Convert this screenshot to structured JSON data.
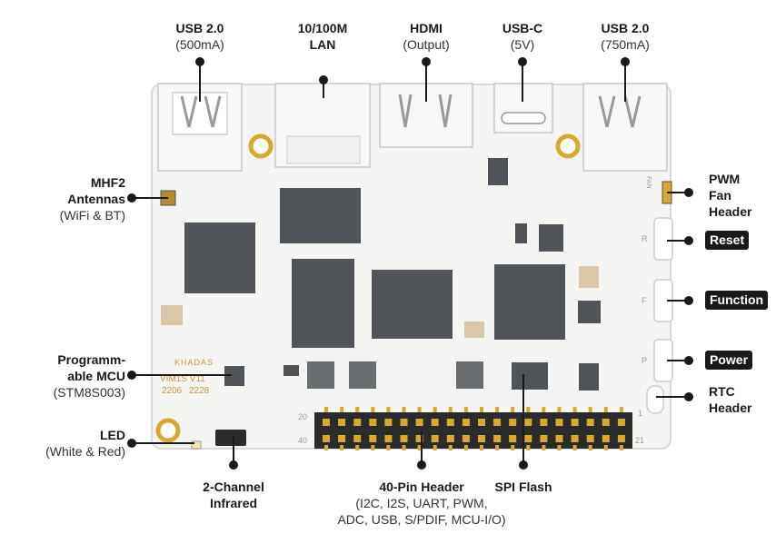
{
  "labels": {
    "usb_left": {
      "title": "USB 2.0",
      "sub": "(500mA)"
    },
    "lan": {
      "title": "10/100M",
      "title2": "LAN"
    },
    "hdmi": {
      "title": "HDMI",
      "sub": "(Output)"
    },
    "usbc": {
      "title": "USB-C",
      "sub": "(5V)"
    },
    "usb_right": {
      "title": "USB 2.0",
      "sub": "(750mA)"
    },
    "antenna": {
      "title": "MHF2",
      "title2": "Antennas",
      "sub": "(WiFi & BT)"
    },
    "mcu": {
      "title": "Programm-",
      "title2": "able MCU",
      "sub": "(STM8S003)"
    },
    "led": {
      "title": "LED",
      "sub": "(White & Red)"
    },
    "ir": {
      "title": "2-Channel",
      "title2": "Infrared"
    },
    "header40": {
      "title": "40-Pin Header",
      "sub": "(I2C, I2S, UART, PWM,",
      "sub2": "ADC, USB, S/PDIF, MCU-I/O)"
    },
    "spi": {
      "title": "SPI Flash"
    },
    "pwm": {
      "title": "PWM",
      "title2": "Fan",
      "title3": "Header"
    },
    "reset": {
      "title": "Reset"
    },
    "function": {
      "title": "Function"
    },
    "power": {
      "title": "Power"
    },
    "rtc": {
      "title": "RTC",
      "title2": "Header"
    }
  },
  "silkscreen": {
    "brand": "KHADAS",
    "model": "VIM1S V11",
    "date1": "2206",
    "date2": "2228",
    "pin20": "20",
    "pin40": "40",
    "pin1": "1",
    "pin21": "21",
    "fan": "FAN",
    "btn_r": "R",
    "btn_f": "F",
    "btn_p": "P"
  },
  "colors": {
    "board": "#f4f4f2",
    "chip": "#505357",
    "gold": "#d9a82e",
    "header": "#2b2b2b",
    "line": "#1a1a1a"
  }
}
